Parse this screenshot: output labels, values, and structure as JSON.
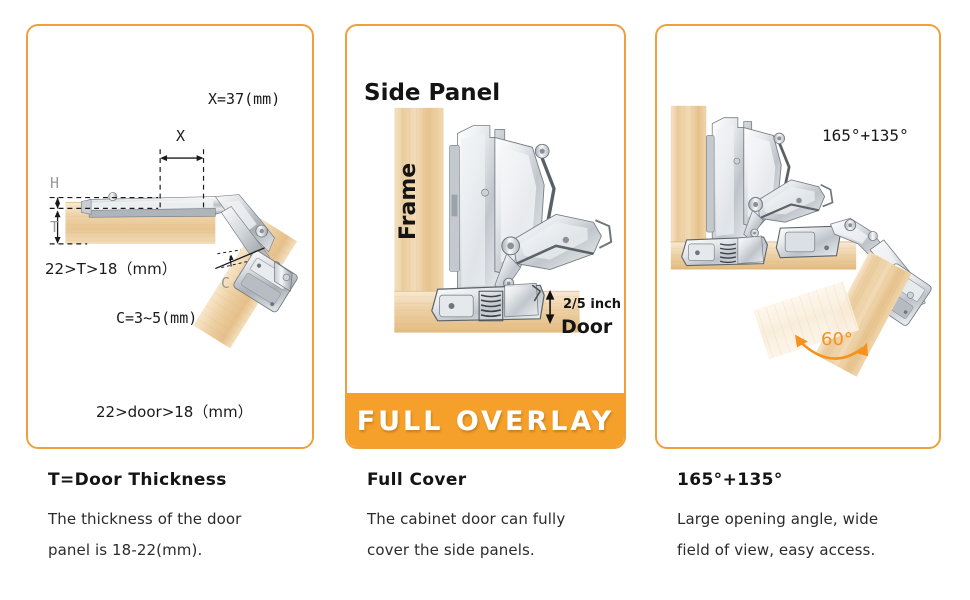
{
  "page": {
    "background": "#ffffff",
    "accent_color": "#F0A03A",
    "banner_color": "#F5A02A",
    "text_color": "#141414"
  },
  "cards": [
    {
      "id": "door-thickness",
      "diagram": {
        "name": "hinge-door-thickness-diagram",
        "labels": {
          "x_value": "X=37(mm)",
          "x_dim": "X",
          "h_dim": "H",
          "t_dim": "T",
          "thickness_range": "22>T>18（mm）",
          "c_dim": "C",
          "c_value": "C=3~5(mm)",
          "door_range": "22>door>18（mm）"
        }
      },
      "caption": {
        "title": "T=Door Thickness",
        "lines": [
          "The thickness of the door",
          "panel is 18-22(mm)."
        ]
      }
    },
    {
      "id": "full-overlay",
      "diagram": {
        "name": "full-overlay-hinge-diagram",
        "labels": {
          "side_panel": "Side Panel",
          "frame": "Frame",
          "gap": "2/5 inch",
          "door": "Door"
        }
      },
      "banner_label": "FULL OVERLAY",
      "caption": {
        "title": "Full Cover",
        "lines": [
          "The cabinet door can fully",
          "cover the side panels."
        ]
      }
    },
    {
      "id": "opening-angle",
      "diagram": {
        "name": "opening-angle-hinge-diagram",
        "labels": {
          "angle_combo": "165°+135°",
          "angle_extra": "60°"
        }
      },
      "caption": {
        "title": "165°+135°",
        "lines": [
          "Large opening angle, wide",
          "field of view, easy access."
        ]
      }
    }
  ]
}
